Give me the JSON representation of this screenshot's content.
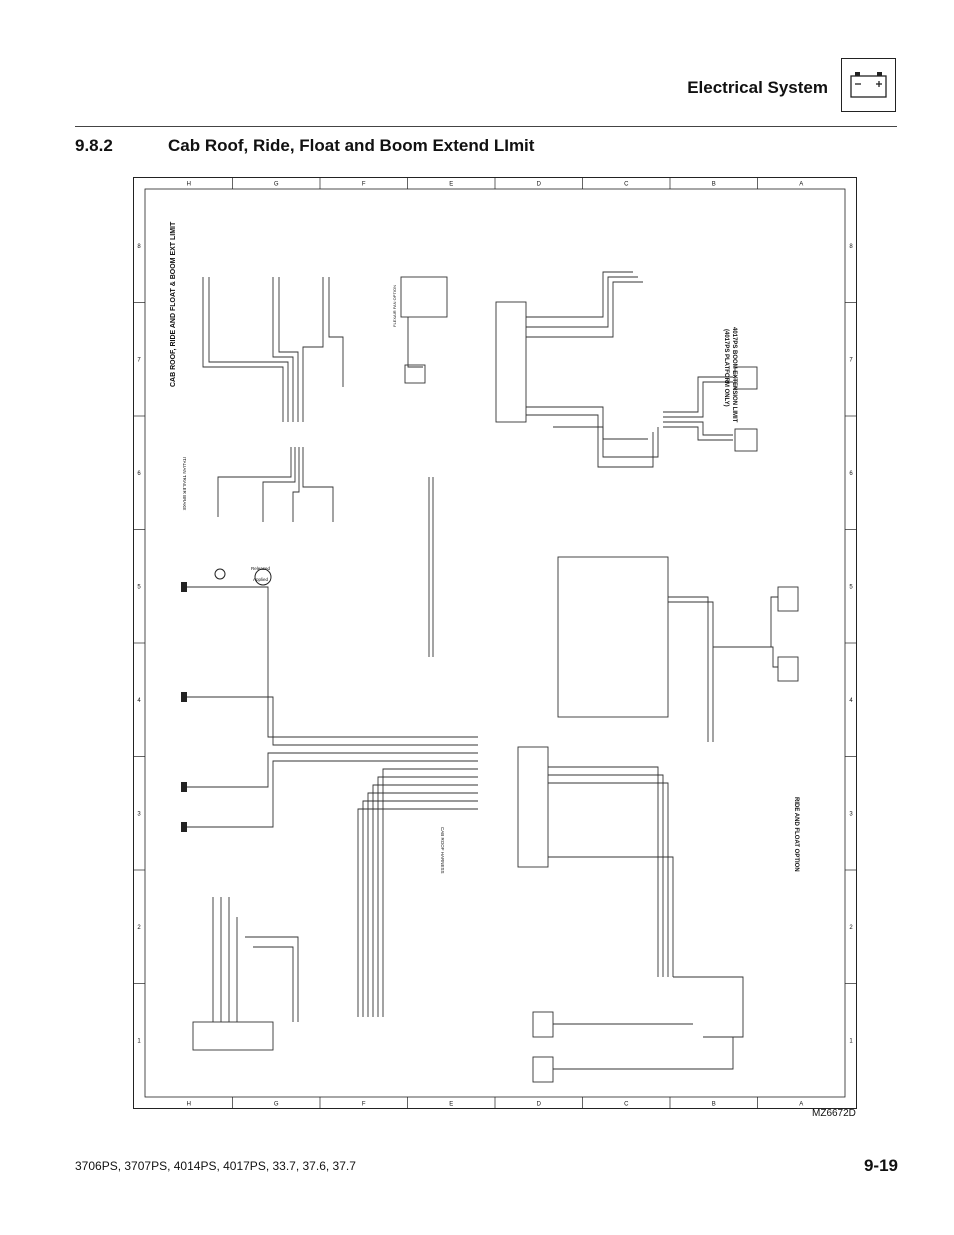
{
  "header": {
    "title": "Electrical System",
    "icon": "battery-icon"
  },
  "section": {
    "number": "9.8.2",
    "title": "Cab Roof, Ride, Float and Boom Extend LImit"
  },
  "diagram": {
    "columns": [
      "H",
      "G",
      "F",
      "E",
      "D",
      "C",
      "B",
      "A"
    ],
    "rows": [
      "8",
      "7",
      "6",
      "5",
      "4",
      "3",
      "2",
      "1"
    ],
    "labels": {
      "cab_roof_ride_float_boom": "CAB ROOF, RIDE AND FLOAT & BOOM EXT LIMIT",
      "boom_extension_limit": "4017PS BOOM EXTENSION LIMIT",
      "platform_only": "(4017PS PLATFORM ONLY)",
      "ride_and_float_option": "RIDE AND FLOAT OPTION",
      "cab_roof_harness": "CAB ROOF HARNESS",
      "italian_trailer_brake": "ITALIAN TRAILER BRAKE",
      "released": "Released",
      "applied": "Applied",
      "flexair_fan_option": "FLEXAIR FAN OPTION"
    }
  },
  "figure_id": "MZ6672D",
  "footer": {
    "models": "3706PS, 3707PS, 4014PS, 4017PS, 33.7, 37.6, 37.7",
    "page": "9-19"
  }
}
